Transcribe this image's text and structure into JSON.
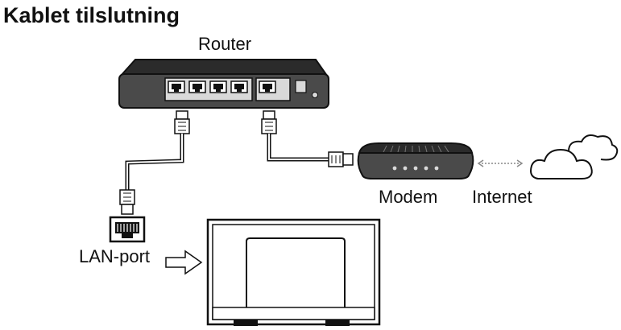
{
  "title": "Kablet tilslutning",
  "labels": {
    "router": "Router",
    "modem": "Modem",
    "internet": "Internet",
    "lan_port": "LAN-port"
  },
  "router": {
    "lan_port_count": 4,
    "wan_port_count": 1
  },
  "modem": {
    "indicator_lights": 5
  },
  "colors": {
    "line": "#111111",
    "device_fill": "#4a4a4a",
    "device_top": "#2b2b2b",
    "panel": "#d9d9d9",
    "screen_fill": "#ffffff"
  }
}
